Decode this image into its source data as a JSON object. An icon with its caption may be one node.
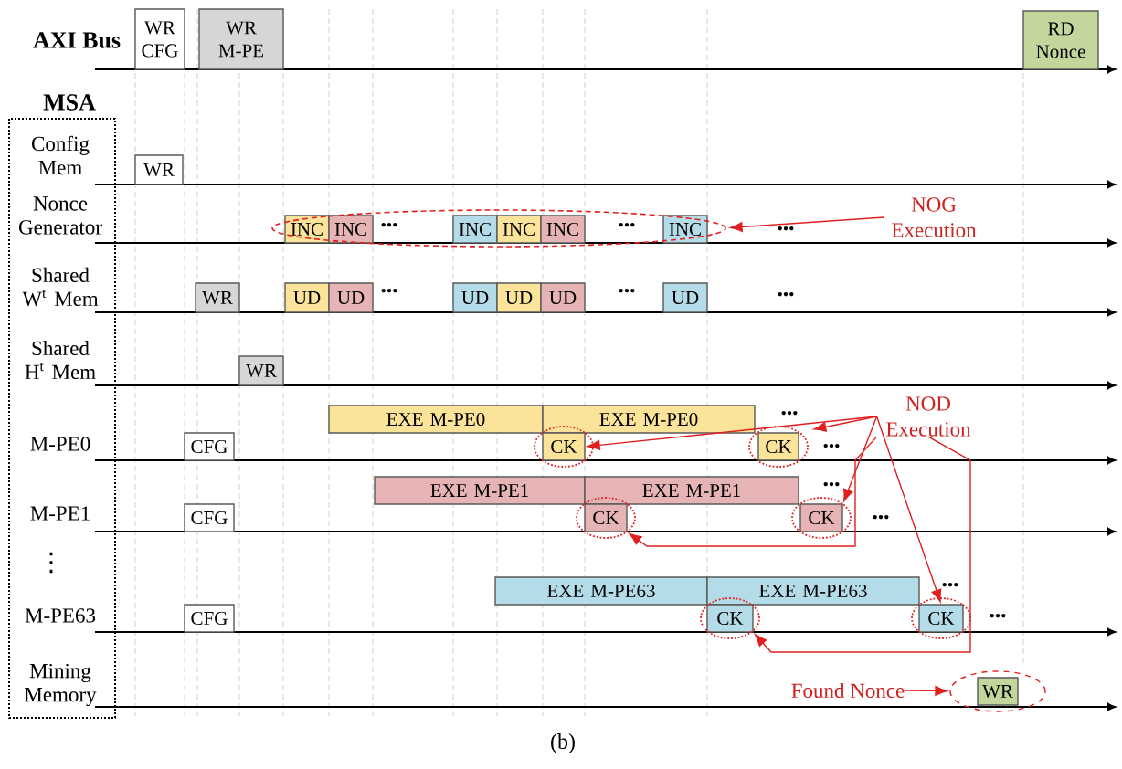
{
  "diagram": {
    "caption": "(b)",
    "nodes": [
      {
        "text": [
          "WR CFG"
        ]
      },
      {
        "text": [
          "WR M-PE"
        ]
      },
      {
        "text": [
          "RD Nonce"
        ]
      },
      {
        "text": [
          "WR"
        ]
      },
      {
        "text": [
          "INC"
        ]
      },
      {
        "text": [
          "INC"
        ]
      },
      {
        "text": [
          "INC"
        ]
      },
      {
        "text": [
          "INC"
        ]
      },
      {
        "text": [
          "INC"
        ]
      },
      {
        "text": [
          "INC"
        ]
      },
      {
        "text": [
          "WR"
        ]
      },
      {
        "text": [
          "UD"
        ]
      },
      {
        "text": [
          "UD"
        ]
      },
      {
        "text": [
          "UD"
        ]
      },
      {
        "text": [
          "UD"
        ]
      },
      {
        "text": [
          "UD"
        ]
      },
      {
        "text": [
          "UD"
        ]
      },
      {
        "text": [
          "WR"
        ]
      },
      {
        "text": [
          "EXE M-PE0"
        ]
      },
      {
        "text": [
          "EXE M-PE0"
        ]
      },
      {
        "text": [
          "CFG"
        ]
      },
      {
        "text": [
          "CK"
        ]
      },
      {
        "text": [
          "CK"
        ]
      },
      {
        "text": [
          "EXE M-PE1"
        ]
      },
      {
        "text": [
          "EXE M-PE1"
        ]
      },
      {
        "text": [
          "CFG"
        ]
      },
      {
        "text": [
          "CK"
        ]
      },
      {
        "text": [
          "CK"
        ]
      },
      {
        "text": [
          "EXE M-PE63"
        ]
      },
      {
        "text": [
          "EXE M-PE63"
        ]
      },
      {
        "text": [
          "CFG"
        ]
      },
      {
        "text": [
          "CK"
        ]
      },
      {
        "text": [
          "CK"
        ]
      },
      {
        "text": [
          "WR"
        ]
      },
      {
        "text": [
          "NOG Execution"
        ]
      },
      {
        "text": [
          "NOD Execution"
        ]
      },
      {
        "text": [
          "Found Nonce"
        ]
      }
    ],
    "edges": [
      {
        "from": 34,
        "to": 9,
        "arrow": "to",
        "color": "#e02020"
      },
      {
        "from": 35,
        "to": 21,
        "arrow": "to",
        "color": "#e02020"
      },
      {
        "from": 35,
        "to": 22,
        "arrow": "to",
        "color": "#e02020"
      },
      {
        "from": 35,
        "to": 26,
        "arrow": "to",
        "color": "#e02020"
      },
      {
        "from": 35,
        "to": 27,
        "arrow": "to",
        "color": "#e02020"
      },
      {
        "from": 35,
        "to": 31,
        "arrow": "to",
        "color": "#e02020"
      },
      {
        "from": 35,
        "to": 32,
        "arrow": "to",
        "color": "#e02020"
      },
      {
        "from": 36,
        "to": 33,
        "arrow": "to",
        "color": "#e02020"
      }
    ],
    "labels": [
      "AXI Bus",
      "MSA",
      "Config Mem",
      "Nonce Generator",
      "•••",
      "•••",
      "•••",
      "Shared W$^{t}$ Mem",
      "•••",
      "•••",
      "•••",
      "Shared H$^{t}$ Mem",
      "M-PE0",
      "•••",
      "•••",
      "M-PE1",
      "•••",
      "•••",
      "⋮",
      "M-PE63",
      "•••",
      "•••",
      "Mining Memory"
    ]
  }
}
